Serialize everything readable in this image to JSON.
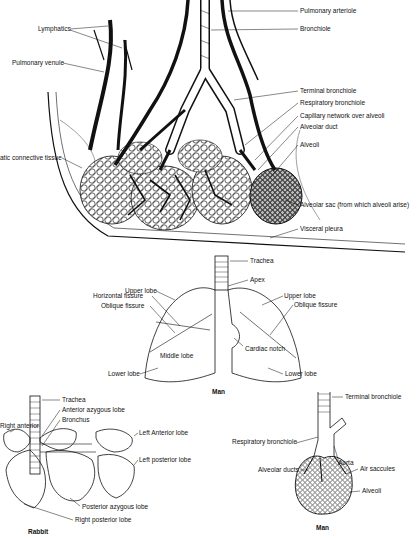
{
  "diagram": {
    "labels": [
      "Pulmonary arteriole",
      "Lymphatics",
      "Bronchiole",
      "Pulmonary venule",
      "Terminal bronchiole",
      "Respiratory bronchiole",
      "Capillary network over alveoli",
      "Alveolar duct",
      "Alveoli",
      "atic connective tissue",
      "Alveolar sac (from which alveoli arise)",
      "Visceral pleura",
      "Trachea",
      "Apex",
      "Upper lobe",
      "Horizontal fissure",
      "Upper lobe",
      "Oblique fissure",
      "Oblique fissure",
      "Cardiac notch",
      "Middle lobe",
      "Lower lobe",
      "Lower lobe",
      "Man",
      "Trachea",
      "Anterior azygous lobe",
      "Bronchus",
      "Right anterior",
      "Left Anterior lobe",
      "Left posterior lobe",
      "Posterior azygous lobe",
      "Right posterior lobe",
      "Rabbit",
      "Terminal bronchiole",
      "Respiratory bronchiole",
      "Aorta",
      "Alveolar ducts",
      "Air saccules",
      "Alveoli",
      "Man"
    ]
  }
}
